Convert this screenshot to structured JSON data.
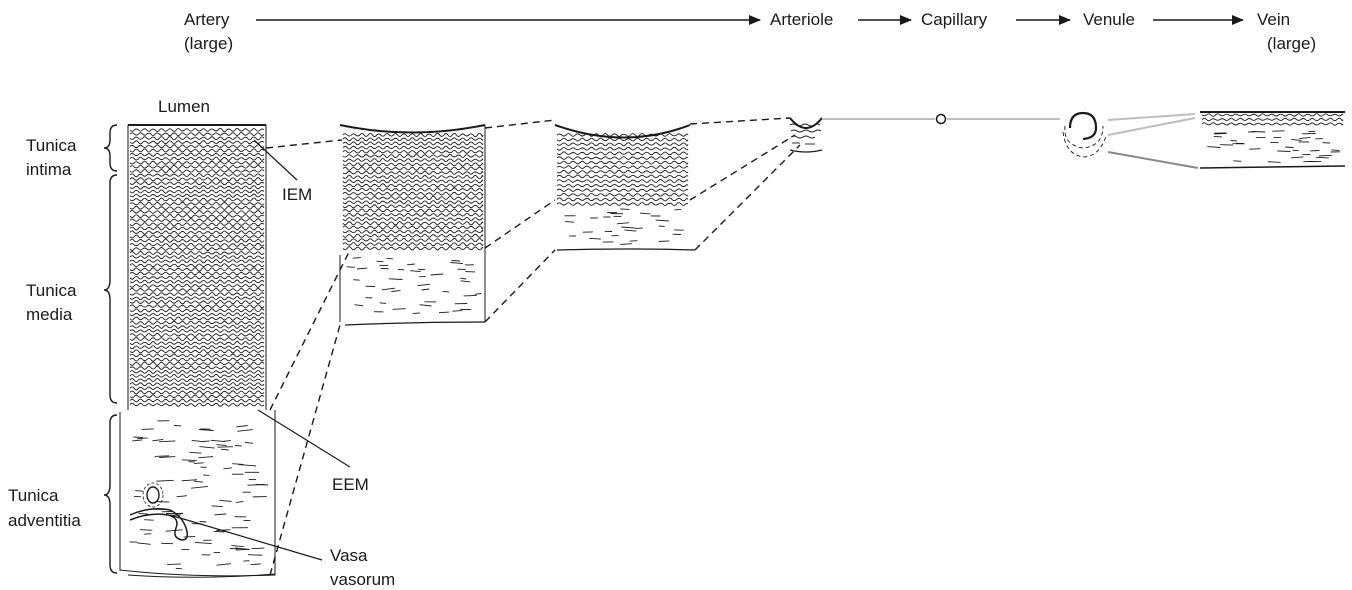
{
  "flow": {
    "stages": [
      {
        "name": "Artery",
        "note": "(large)"
      },
      {
        "name": "Arteriole",
        "note": ""
      },
      {
        "name": "Capillary",
        "note": ""
      },
      {
        "name": "Venule",
        "note": ""
      },
      {
        "name": "Vein",
        "note": "(large)"
      }
    ]
  },
  "labels": {
    "lumen": "Lumen",
    "tunica_intima": [
      "Tunica",
      "intima"
    ],
    "tunica_media": [
      "Tunica",
      "media"
    ],
    "tunica_adventitia": [
      "Tunica",
      "adventitia"
    ],
    "iem": "IEM",
    "eem": "EEM",
    "vasa_vasorum": [
      "Vasa",
      "vasorum"
    ]
  },
  "colors": {
    "ink": "#1a1a1a",
    "connector_gray": "#bdbdbd",
    "connector_dark_gray": "#888888"
  }
}
